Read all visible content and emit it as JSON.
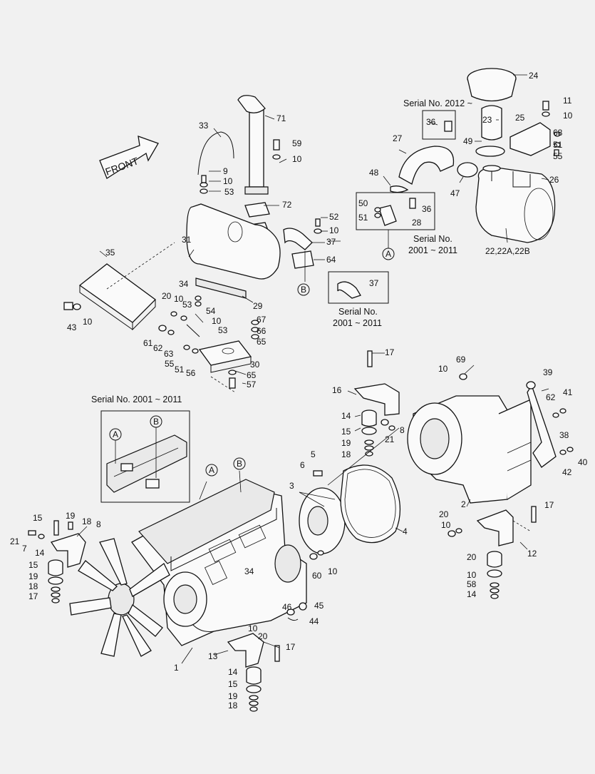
{
  "front_label": "FRONT",
  "serial_notes": {
    "s2012": "Serial No. 2012 ~",
    "s2001_a_l1": "Serial No.",
    "s2001_a_l2": "2001 ~ 2011",
    "s2001_b_l1": "Serial No.",
    "s2001_b_l2": "2001 ~ 2011",
    "s2001_c": "Serial No. 2001 ~ 2011"
  },
  "circle_refs": {
    "a1": "A",
    "b1": "B",
    "a2": "A",
    "b2": "B",
    "a3": "A",
    "b3": "B"
  },
  "part_labels": [
    "24",
    "11",
    "10",
    "25",
    "68",
    "51",
    "55",
    "23",
    "36",
    "49",
    "27",
    "26",
    "48",
    "47",
    "50",
    "36",
    "51",
    "28",
    "22,22A,22B",
    "71",
    "33",
    "59",
    "10",
    "9",
    "10",
    "53",
    "72",
    "52",
    "10",
    "37",
    "64",
    "31",
    "35",
    "29",
    "34",
    "37",
    "43",
    "10",
    "20",
    "10",
    "53",
    "54",
    "10",
    "53",
    "67",
    "66",
    "65",
    "61",
    "62",
    "63",
    "55",
    "51",
    "56",
    "30",
    "65",
    "57",
    "17",
    "69",
    "10",
    "39",
    "16",
    "14",
    "15",
    "19",
    "18",
    "21",
    "8",
    "62",
    "41",
    "38",
    "40",
    "42",
    "5",
    "6",
    "3",
    "4",
    "2",
    "17",
    "20",
    "10",
    "12",
    "20",
    "10",
    "58",
    "14",
    "15",
    "19",
    "18",
    "8",
    "21",
    "7",
    "14",
    "15",
    "19",
    "18",
    "17",
    "60",
    "10",
    "34",
    "46",
    "45",
    "44",
    "10",
    "20",
    "17",
    "13",
    "1",
    "14",
    "15",
    "19",
    "18"
  ]
}
